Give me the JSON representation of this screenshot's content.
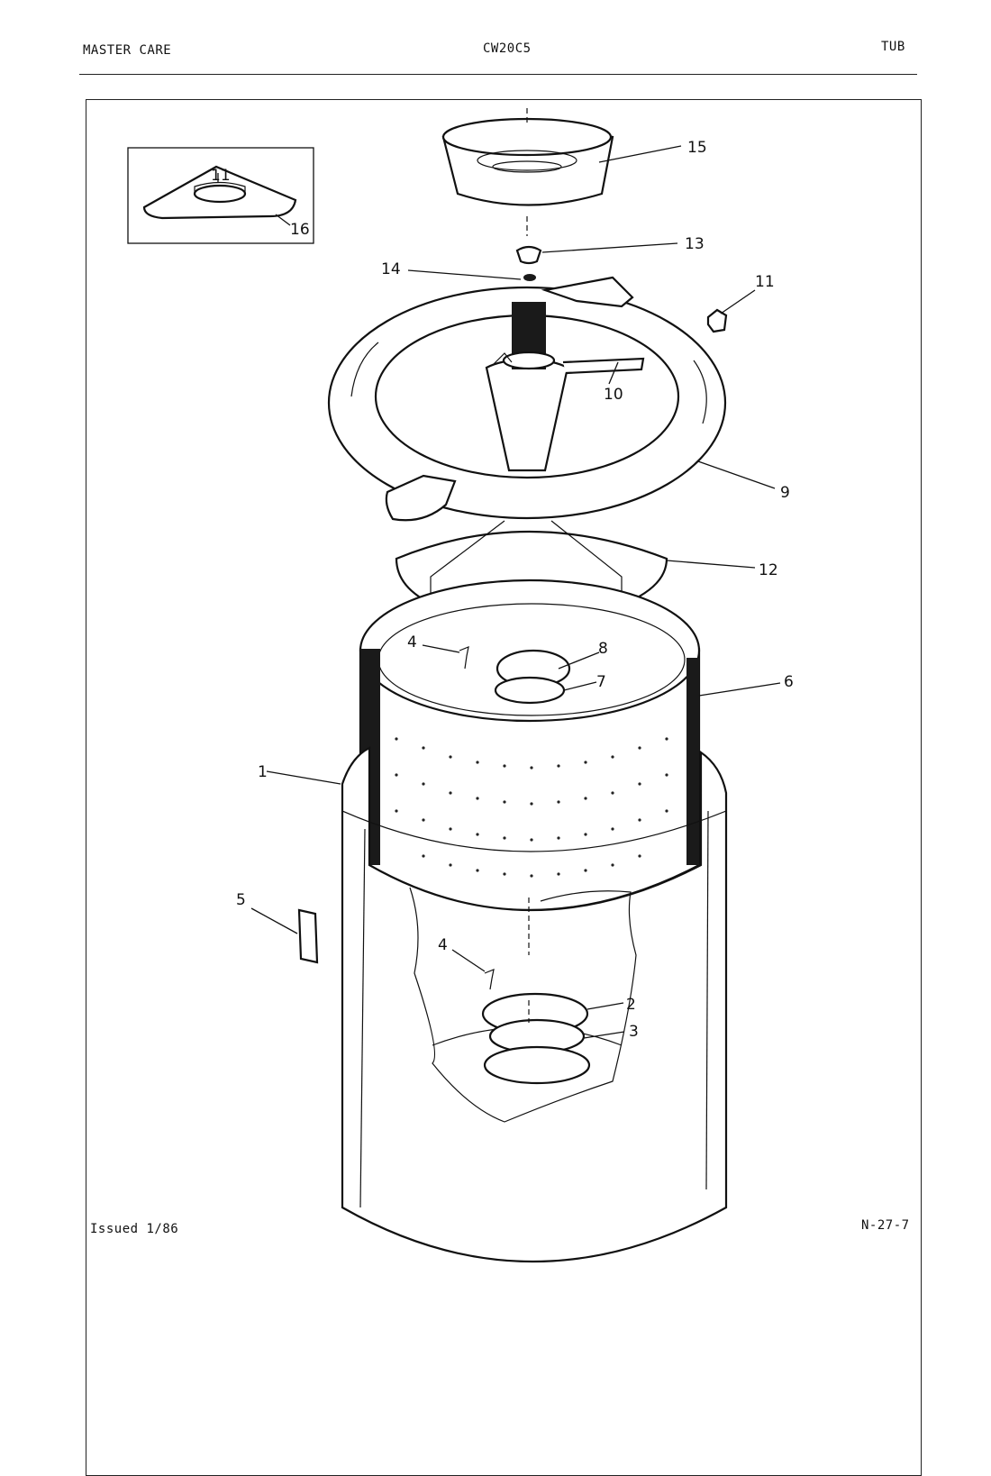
{
  "header": {
    "left": "MASTER CARE",
    "center": "CW20C5",
    "right": "TUB"
  },
  "footer": {
    "left": "Issued 1/86",
    "right": "N-27-7"
  },
  "callouts": [
    {
      "num": "15"
    },
    {
      "num": "13"
    },
    {
      "num": "14"
    },
    {
      "num": "11"
    },
    {
      "num": "10"
    },
    {
      "num": "9"
    },
    {
      "num": "12"
    },
    {
      "num": "4"
    },
    {
      "num": "8"
    },
    {
      "num": "7"
    },
    {
      "num": "6"
    },
    {
      "num": "1"
    },
    {
      "num": "5"
    },
    {
      "num": "4"
    },
    {
      "num": "2"
    },
    {
      "num": "3"
    },
    {
      "num": "16"
    },
    {
      "num": "11"
    }
  ]
}
